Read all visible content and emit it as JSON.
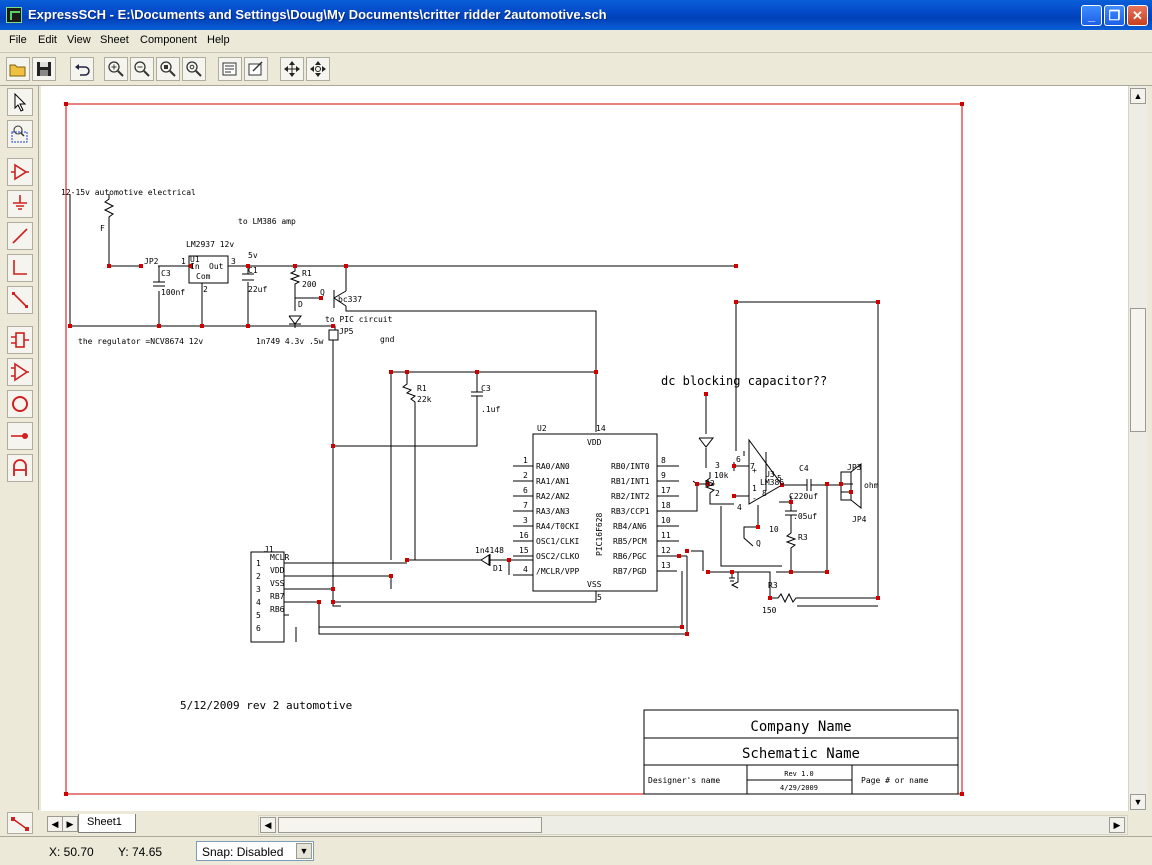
{
  "window": {
    "title": "ExpressSCH - E:\\Documents and Settings\\Doug\\My Documents\\critter ridder 2automotive.sch"
  },
  "menu": [
    "File",
    "Edit",
    "View",
    "Sheet",
    "Component",
    "Help"
  ],
  "schematic": {
    "power_label": "12-15v automotive electrical",
    "fuse": "F",
    "to_amp": "to LM386 amp",
    "reg_name": "LM2937 12v",
    "reg_u": "U1",
    "reg_in": "In",
    "reg_out": "Out",
    "reg_com": "Com",
    "reg_pin1": "1",
    "reg_pin2": "2",
    "reg_pin3": "3",
    "jp2": "JP2",
    "c3a": "C3",
    "c3a_val": "100nf",
    "c1": "C1",
    "c1_val": "22uf",
    "v5": "5v",
    "r1a": "R1",
    "r1a_val": "200",
    "q_label": "Q",
    "transistor": "bc337",
    "diode_d": "D",
    "zener": "1n749 4.3v .5w",
    "regulator_note": "the regulator =NCV8674 12v",
    "to_pic": "to PIC circuit",
    "jp5": "JP5",
    "gnd": "gnd",
    "r1b": "R1",
    "r1b_val": "22k",
    "c3b": "C3",
    "c3b_val": ".1uf",
    "pic_name": "PIC16F628",
    "pic_u": "U2",
    "pic_vdd": "VDD",
    "pic_vss": "VSS",
    "pic_pin14": "14",
    "pic_pin5": "5",
    "pic_left": [
      {
        "n": "1",
        "s": "RA0/AN0"
      },
      {
        "n": "2",
        "s": "RA1/AN1"
      },
      {
        "n": "6",
        "s": "RA2/AN2"
      },
      {
        "n": "7",
        "s": "RA3/AN3"
      },
      {
        "n": "3",
        "s": "RA4/T0CKI"
      },
      {
        "n": "16",
        "s": "OSC1/CLKI"
      },
      {
        "n": "15",
        "s": "OSC2/CLKO"
      },
      {
        "n": "4",
        "s": "/MCLR/VPP"
      }
    ],
    "pic_right": [
      {
        "n": "8",
        "s": "RB0/INT0"
      },
      {
        "n": "9",
        "s": "RB1/INT1"
      },
      {
        "n": "17",
        "s": "RB2/INT2"
      },
      {
        "n": "18",
        "s": "RB3/CCP1"
      },
      {
        "n": "10",
        "s": "RB4/AN6"
      },
      {
        "n": "11",
        "s": "RB5/PCM"
      },
      {
        "n": "12",
        "s": "RB6/PGC"
      },
      {
        "n": "13",
        "s": "RB7/PGD"
      }
    ],
    "diode1": "1n4148",
    "d1": "D1",
    "j1": "J1",
    "j1_pins": [
      {
        "n": "1",
        "s": "MCLR"
      },
      {
        "n": "2",
        "s": "VDD"
      },
      {
        "n": "3",
        "s": "VSS"
      },
      {
        "n": "4",
        "s": "RB7"
      },
      {
        "n": "5",
        "s": "RB6"
      },
      {
        "n": "6",
        "s": ""
      }
    ],
    "dc_note": "dc blocking capacitor??",
    "r2": "R2",
    "r2_val": "10k",
    "u3": "U3",
    "lm386": "LM386",
    "amp_p3": "3",
    "amp_p2": "2",
    "amp_p6": "6",
    "amp_p7": "7",
    "amp_p5": "5",
    "amp_p8": "8",
    "amp_p1": "1",
    "amp_p4": "4",
    "amp_plus": "+",
    "amp_minus": "-",
    "c4": "C4",
    "c4_val": "C220uf",
    "c5_val": ".05uf",
    "r3a": "R3",
    "r3a_val": "10",
    "r3b": "R3",
    "r3b_val": "150",
    "q2": "Q",
    "jp3": "JP3",
    "jp4": "JP4",
    "ohm": "ohm",
    "rev_note": "5/12/2009 rev 2 automotive",
    "tb_company": "Company Name",
    "tb_schematic": "Schematic Name",
    "tb_designer": "Designer's name",
    "tb_rev": "Rev 1.0",
    "tb_date": "4/29/2009",
    "tb_page": "Page # or name"
  },
  "tabs": [
    "Sheet1"
  ],
  "status": {
    "x": "X: 50.70",
    "y": "Y: 74.65",
    "snap": "Snap: Disabled"
  },
  "colors": {
    "titlebar": "#0349c7",
    "wire": "#000000",
    "border": "#d00000",
    "node": "#d00000"
  }
}
